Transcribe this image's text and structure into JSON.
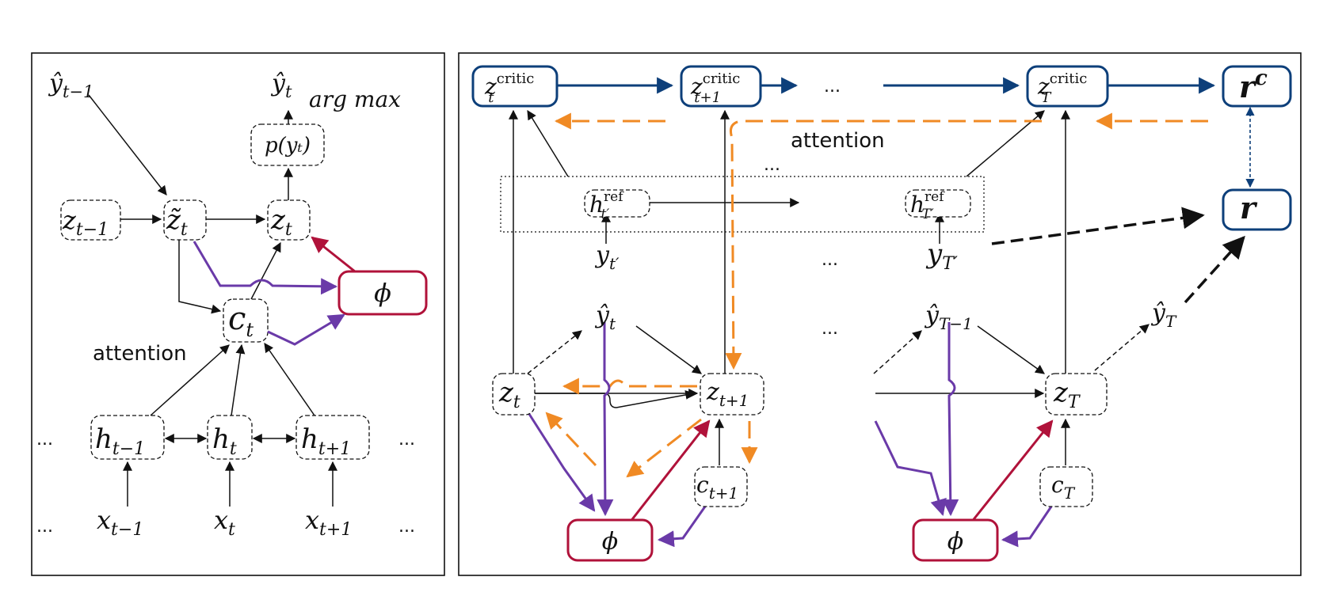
{
  "colors": {
    "black": "#111111",
    "blue": "#0d3f7a",
    "purple": "#6a3aa8",
    "red": "#b0123a",
    "orange": "#f08a24"
  },
  "left_panel": {
    "y_hat_prev": {
      "base": "ŷ",
      "sub": "t−1"
    },
    "y_hat_t": {
      "base": "ŷ",
      "sub": "t"
    },
    "argmax": "arg max",
    "p_yt": "p(yₜ)",
    "z_prev": {
      "base": "z",
      "sub": "t−1"
    },
    "z_tilde": {
      "base": "z̃",
      "sub": "t"
    },
    "z_t": {
      "base": "z",
      "sub": "t"
    },
    "phi": "ϕ",
    "c_t": {
      "base": "c",
      "sub": "t"
    },
    "attention": "attention",
    "h_prev": {
      "base": "h",
      "sub": "t−1"
    },
    "h_t": {
      "base": "h",
      "sub": "t"
    },
    "h_next": {
      "base": "h",
      "sub": "t+1"
    },
    "x_prev": {
      "base": "x",
      "sub": "t−1"
    },
    "x_t": {
      "base": "x",
      "sub": "t"
    },
    "x_next": {
      "base": "x",
      "sub": "t+1"
    },
    "ellipsis": "..."
  },
  "right_panel": {
    "zc_t": {
      "base": "z",
      "sub": "t",
      "sup": "critic"
    },
    "zc_t1": {
      "base": "z",
      "sub": "t+1",
      "sup": "critic"
    },
    "zc_T": {
      "base": "z",
      "sub": "T",
      "sup": "critic"
    },
    "rc": {
      "base": "r",
      "sup": "c"
    },
    "r": "r",
    "attention": "attention",
    "href_t": {
      "base": "h",
      "sub": "t′",
      "sup": "ref"
    },
    "href_T": {
      "base": "h",
      "sub": "T′",
      "sup": "ref"
    },
    "y_t_ref": {
      "base": "y",
      "sub": "t′"
    },
    "y_T_ref": {
      "base": "y",
      "sub": "T′"
    },
    "yhat_t": {
      "base": "ŷ",
      "sub": "t"
    },
    "yhat_Tm1": {
      "base": "ŷ",
      "sub": "T−1"
    },
    "yhat_T": {
      "base": "ŷ",
      "sub": "T"
    },
    "z_t": {
      "base": "z",
      "sub": "t"
    },
    "z_t1": {
      "base": "z",
      "sub": "t+1"
    },
    "z_T": {
      "base": "z",
      "sub": "T"
    },
    "c_t1": {
      "base": "c",
      "sub": "t+1"
    },
    "c_T": {
      "base": "c",
      "sub": "T"
    },
    "phi": "ϕ",
    "ellipsis": "..."
  }
}
